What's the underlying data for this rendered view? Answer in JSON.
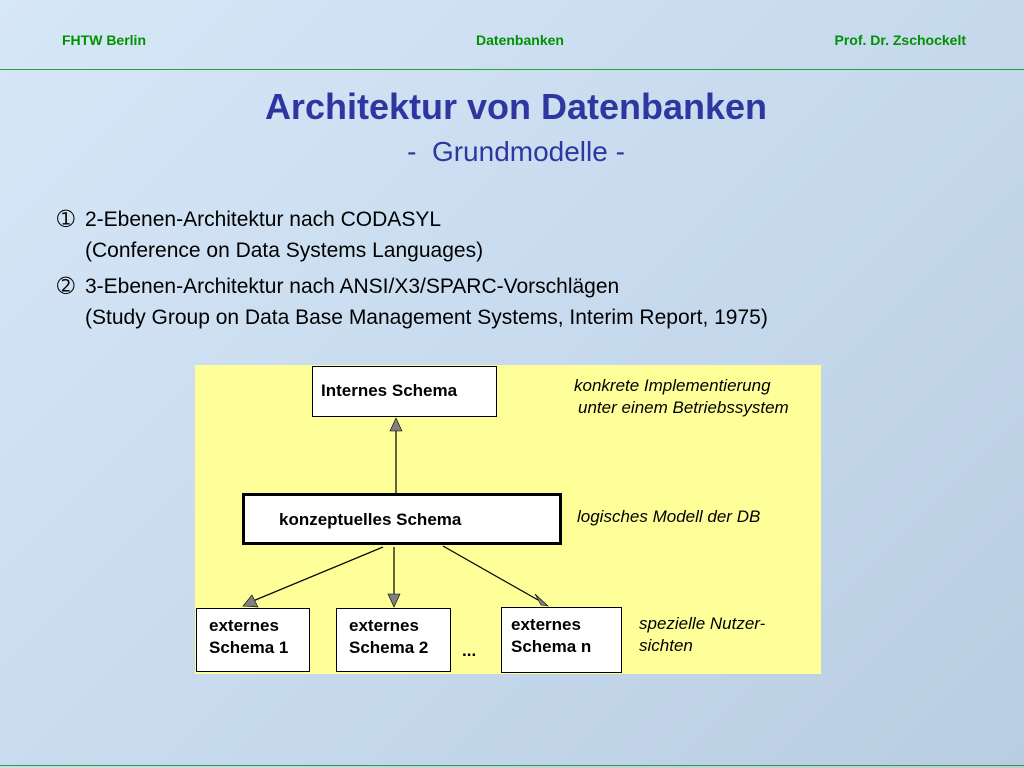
{
  "header": {
    "left": "FHTW Berlin",
    "center": "Datenbanken",
    "right": "Prof. Dr. Zschockelt"
  },
  "slide": {
    "title": "Architektur von Datenbanken",
    "subtitle": "-  Grundmodelle -"
  },
  "bullets": [
    {
      "marker": "➀",
      "line1": "2-Ebenen-Architektur nach CODASYL",
      "line2": "(Conference on Data Systems Languages)"
    },
    {
      "marker": "➁",
      "line1": "3-Ebenen-Architektur nach ANSI/X3/SPARC-Vorschlägen",
      "line2": "(Study Group on Data Base Management Systems, Interim Report, 1975)"
    }
  ],
  "diagram": {
    "internal_schema": "Internes Schema",
    "conceptual_schema": "konzeptuelles Schema",
    "external_schemas": [
      {
        "line1": "externes",
        "line2": "Schema 1"
      },
      {
        "line1": "externes",
        "line2": "Schema 2"
      },
      {
        "line1": "externes",
        "line2": "Schema n"
      }
    ],
    "ellipsis": "...",
    "notes": {
      "internal_line1": "konkrete Implementierung",
      "internal_line2": "unter einem Betriebssystem",
      "conceptual": "logisches Modell der DB",
      "external_line1": "spezielle Nutzer-",
      "external_line2": "sichten"
    }
  },
  "colors": {
    "header_text": "#009000",
    "title": "#2e36a0",
    "diagram_background": "#ffff99",
    "arrowhead": "#808080"
  }
}
